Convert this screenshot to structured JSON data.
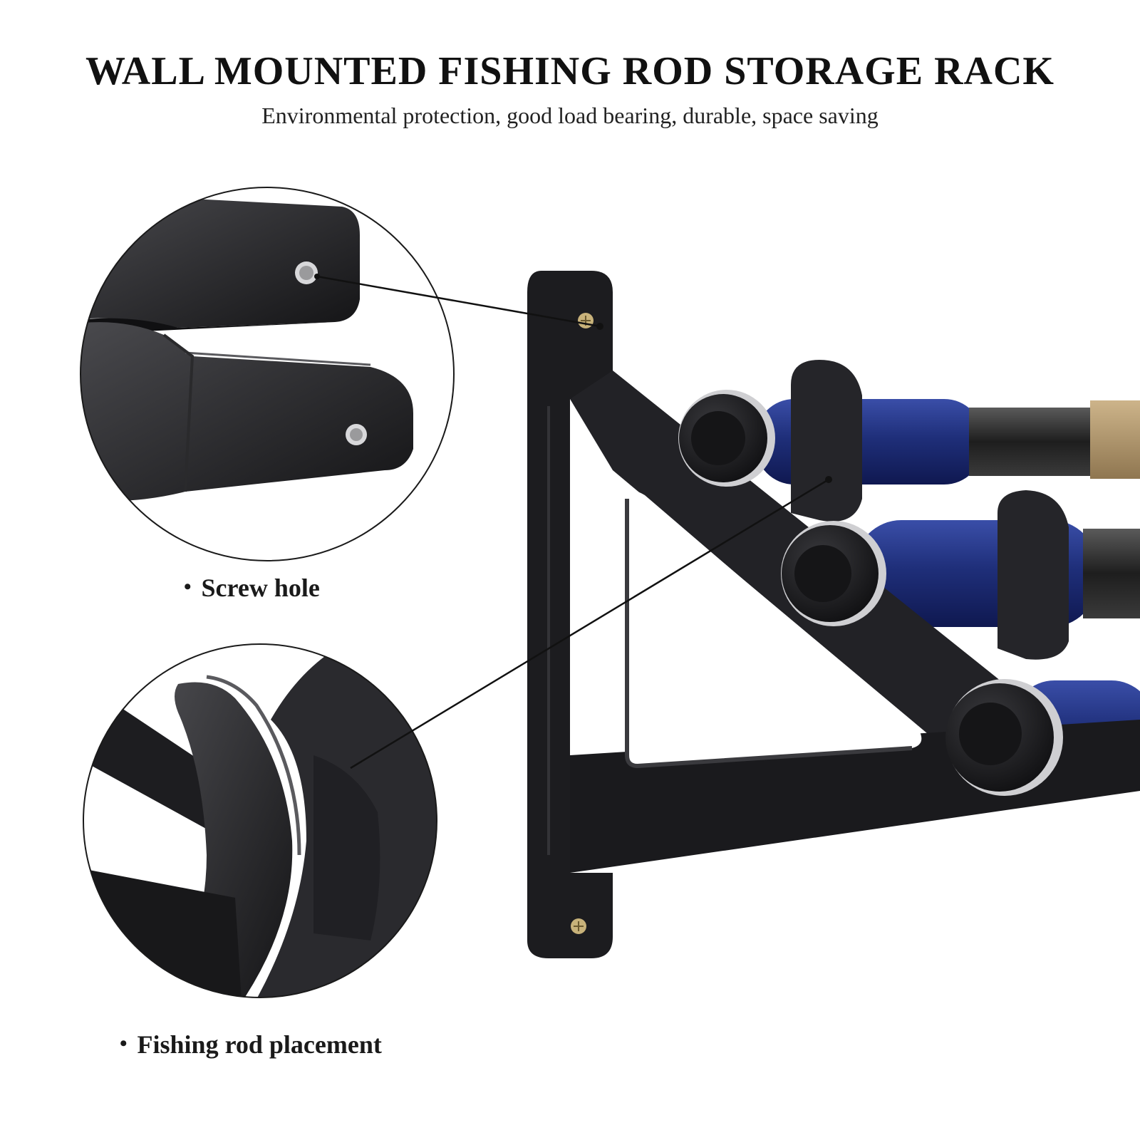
{
  "header": {
    "title": "WALL MOUNTED FISHING ROD STORAGE RACK",
    "subtitle": "Environmental protection, good load bearing, durable, space saving"
  },
  "callouts": [
    {
      "label": "Screw hole",
      "bullet": "•"
    },
    {
      "label": "Fishing rod placement",
      "bullet": "•"
    }
  ],
  "colors": {
    "rack": "#1c1c1f",
    "rack_highlight": "#3a3a3e",
    "grip_blue": "#1f2f7a",
    "cork": "#b49a72",
    "carbon": "#2a2a2a",
    "metal_ring": "#c9c9cc",
    "leader_line": "#111111"
  }
}
